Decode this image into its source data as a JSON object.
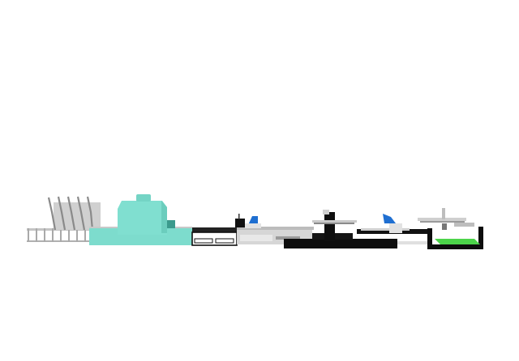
{
  "scene": {
    "background": "#ffffff",
    "colors": {
      "oven_teal": "#7ddccd",
      "oven_teal_dark": "#5ec3b3",
      "frame_grey": "#b9b9b9",
      "machine_light": "#d9d9d9",
      "structure_black": "#111111",
      "accent_blue": "#1f6fd1",
      "pallet_green": "#4cd44a"
    },
    "sections": [
      {
        "id": "loading-rack"
      },
      {
        "id": "drying-oven"
      },
      {
        "id": "roller-conveyor"
      },
      {
        "id": "printing-unit-1"
      },
      {
        "id": "transfer-gantry"
      },
      {
        "id": "printing-unit-2"
      },
      {
        "id": "output-station"
      }
    ]
  }
}
